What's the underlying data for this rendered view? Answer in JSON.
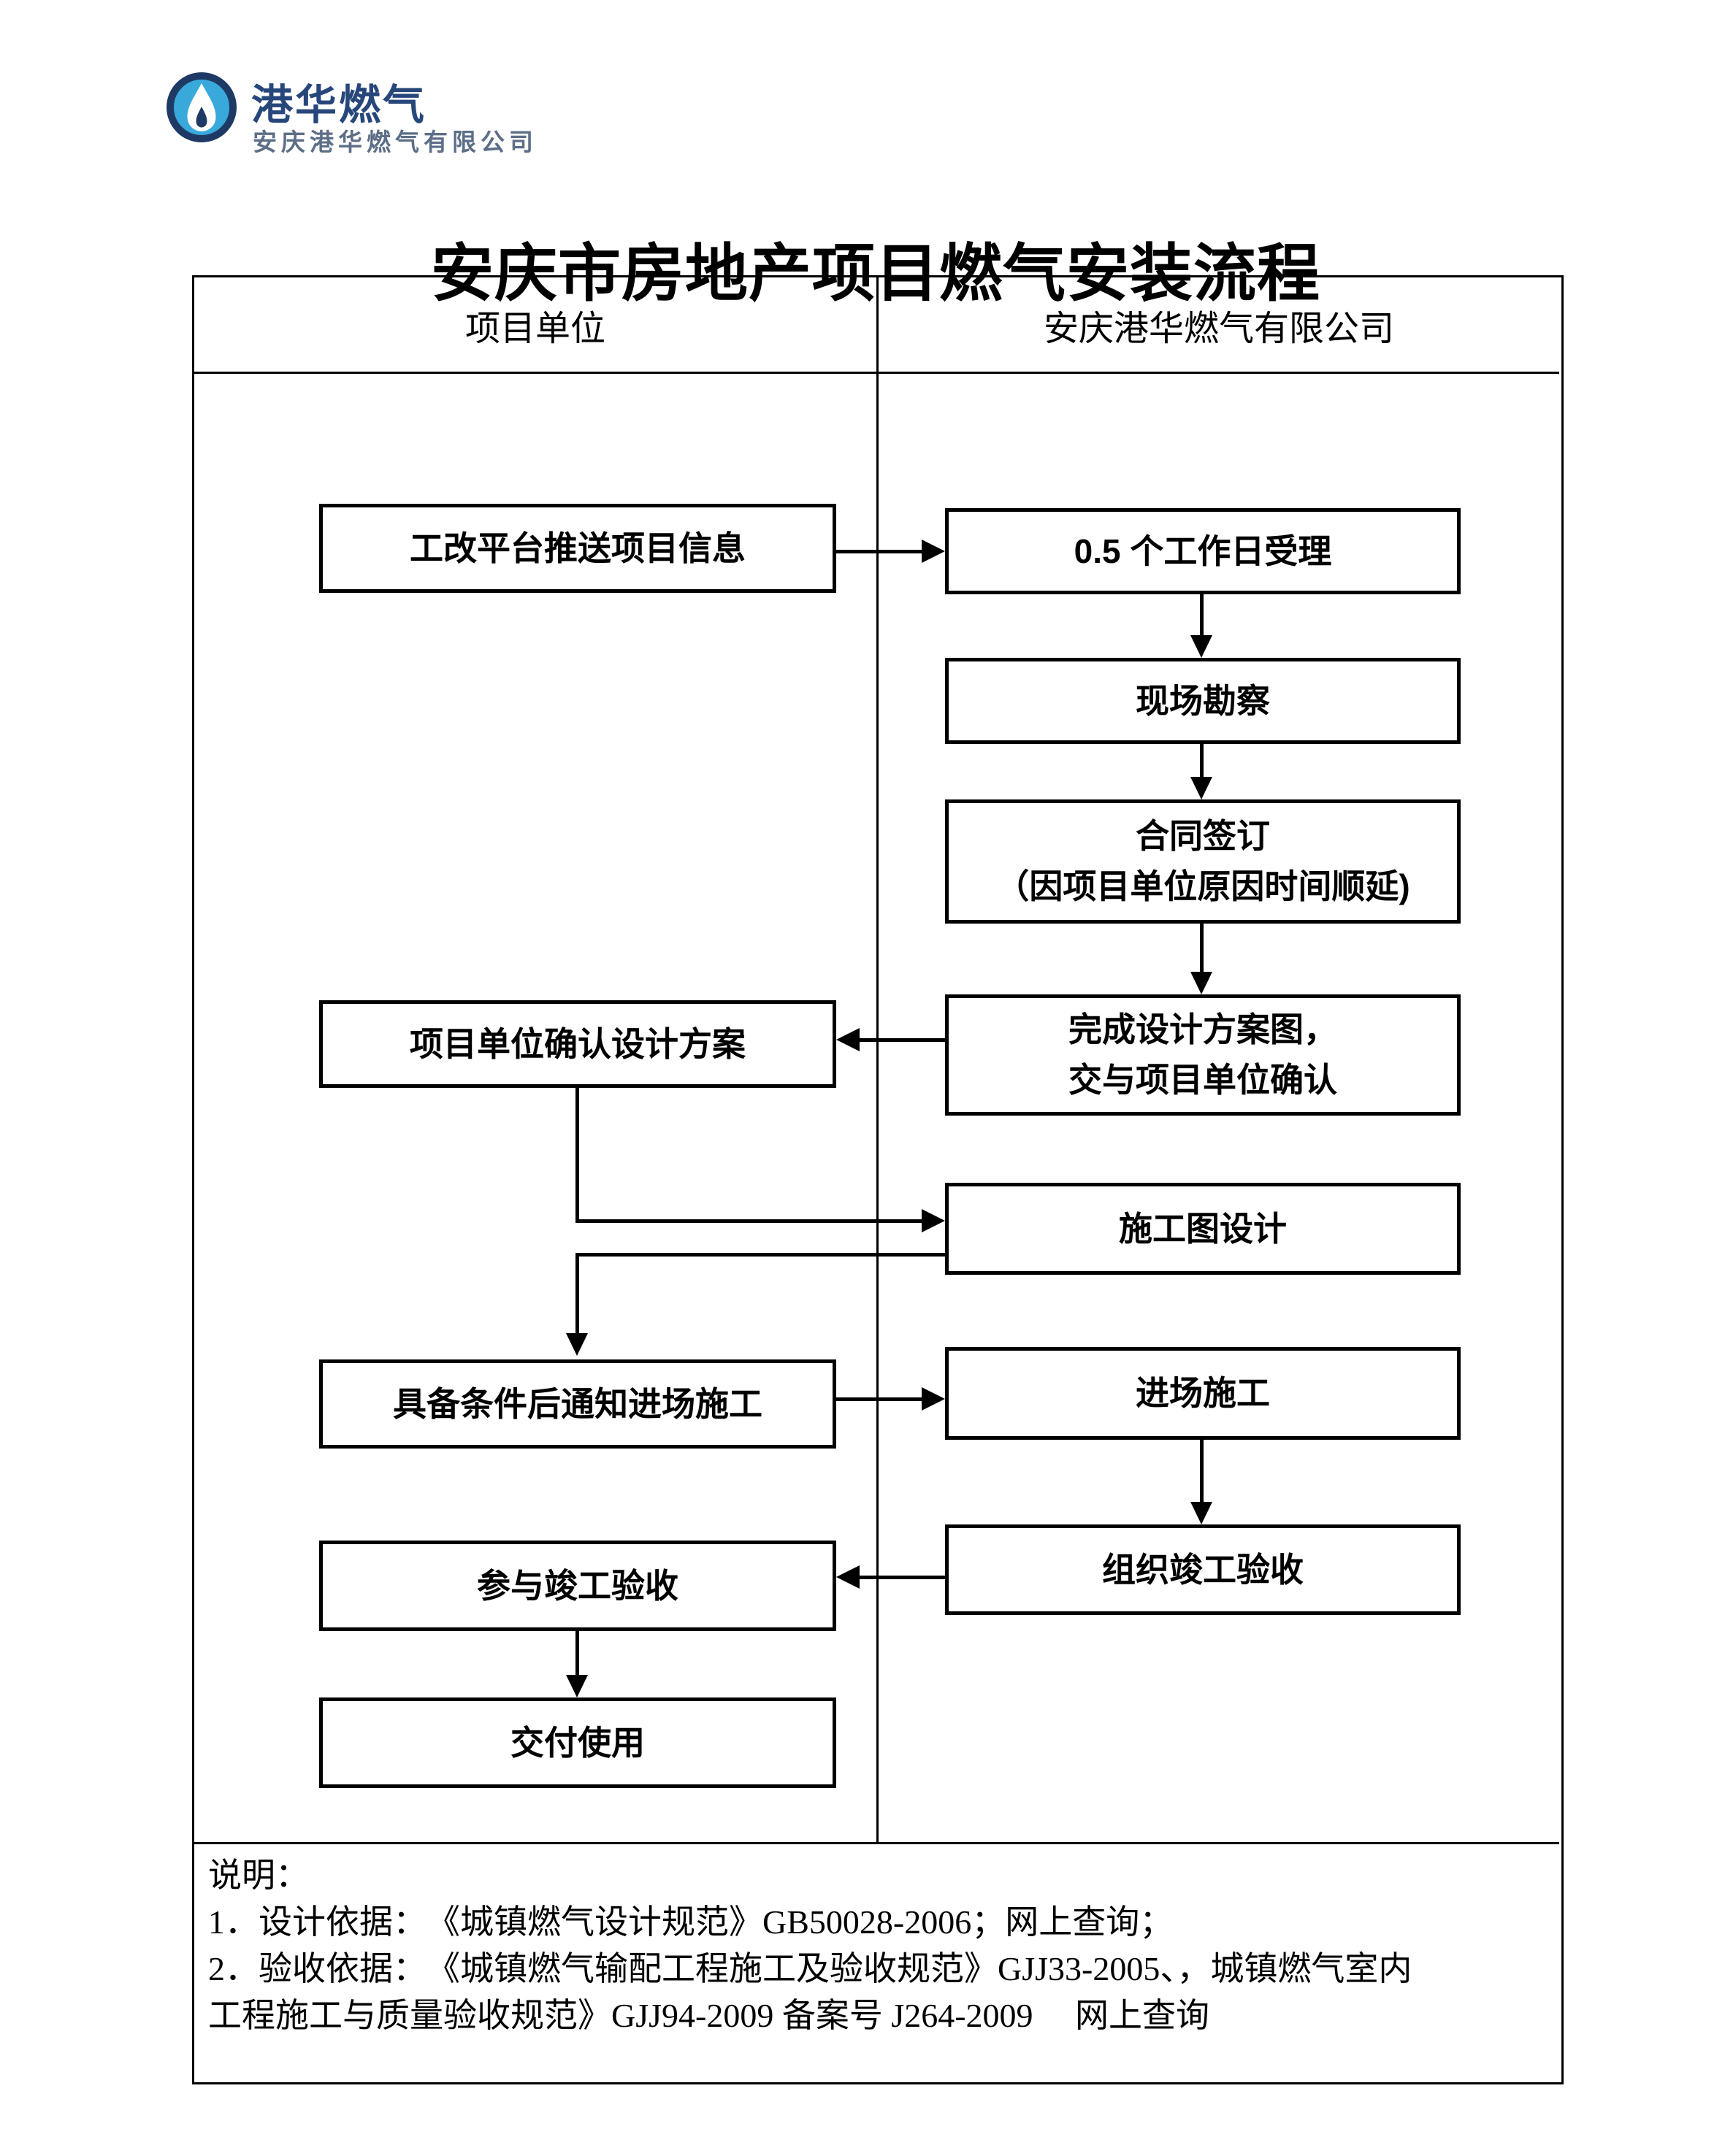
{
  "logo": {
    "brand": "港华燃气",
    "company": "安庆港华燃气有限公司"
  },
  "title": "安庆市房地产项目燃气安装流程",
  "table": {
    "header_left": "项目单位",
    "header_right": "安庆港华燃气有限公司"
  },
  "flow": {
    "boxes": [
      {
        "id": "push-info",
        "column": "left",
        "text": "工改平台推送项目信息"
      },
      {
        "id": "accept",
        "column": "right",
        "text": "0.5 个工作日受理"
      },
      {
        "id": "site-survey",
        "column": "right",
        "text": "现场勘察"
      },
      {
        "id": "contract",
        "column": "right",
        "text": "合同签订\n（因项目单位原因时间顺延)"
      },
      {
        "id": "design-plan",
        "column": "right",
        "text": "完成设计方案图，\n交与项目单位确认"
      },
      {
        "id": "confirm-design",
        "column": "left",
        "text": "项目单位确认设计方案"
      },
      {
        "id": "construction-drawing",
        "column": "right",
        "text": "施工图设计"
      },
      {
        "id": "notify-construction",
        "column": "left",
        "text": "具备条件后通知进场施工"
      },
      {
        "id": "enter-construction",
        "column": "right",
        "text": "进场施工"
      },
      {
        "id": "organize-acceptance",
        "column": "right",
        "text": "组织竣工验收"
      },
      {
        "id": "join-acceptance",
        "column": "left",
        "text": "参与竣工验收"
      },
      {
        "id": "delivery",
        "column": "left",
        "text": "交付使用"
      }
    ],
    "edges": [
      {
        "from": "push-info",
        "to": "accept"
      },
      {
        "from": "accept",
        "to": "site-survey"
      },
      {
        "from": "site-survey",
        "to": "contract"
      },
      {
        "from": "contract",
        "to": "design-plan"
      },
      {
        "from": "design-plan",
        "to": "confirm-design"
      },
      {
        "from": "confirm-design",
        "to": "construction-drawing"
      },
      {
        "from": "construction-drawing",
        "to": "notify-construction"
      },
      {
        "from": "notify-construction",
        "to": "enter-construction"
      },
      {
        "from": "enter-construction",
        "to": "organize-acceptance"
      },
      {
        "from": "organize-acceptance",
        "to": "join-acceptance"
      },
      {
        "from": "join-acceptance",
        "to": "delivery"
      }
    ]
  },
  "notes": {
    "heading": "说明：",
    "items": [
      "1．设计依据：　《城镇燃气设计规范》GB50028-2006；网上查询；",
      "2．验收依据：　《城镇燃气输配工程施工及验收规范》GJJ33-2005、，城镇燃气室内",
      "工程施工与质量验收规范》GJJ94-2009 备案号 J264-2009　 网上查询"
    ]
  },
  "colors": {
    "line": "#000000",
    "logo_circle_fill": "#39a9dc",
    "logo_ring": "#1e3a64",
    "logo_brand_text": "#27477b",
    "logo_company_text": "#5d6e87"
  }
}
